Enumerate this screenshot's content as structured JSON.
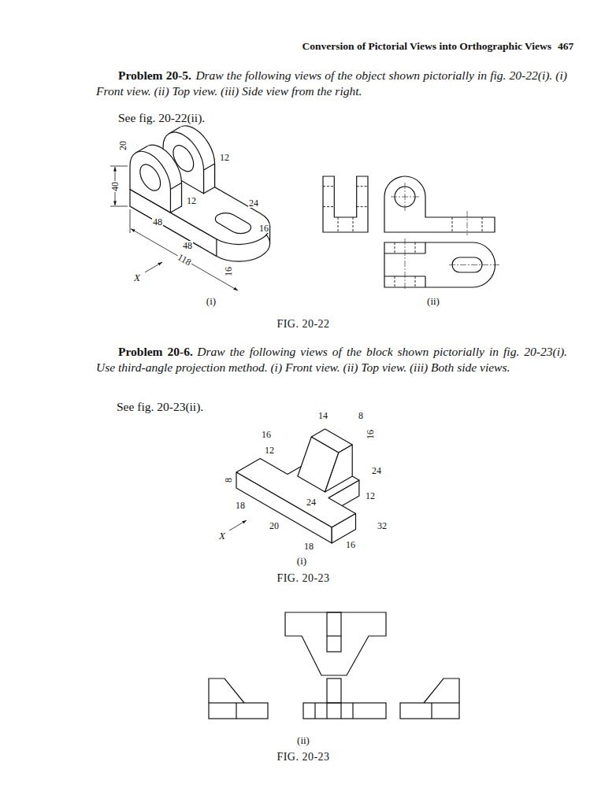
{
  "diagram": {
    "title": "Conversion of Pictorial Views into Orthographic Views",
    "labels": [
      "467",
      "Problem 20-5.",
      "Draw the following views of the object shown pictorially in fig. 20-22(i). (i) Front view. (ii) Top view. (iii) Side view from the right.",
      "See fig. 20-22(ii).",
      "40",
      "20",
      "12",
      "48",
      "12",
      "24",
      "16",
      "48",
      "118",
      "16",
      "X",
      "(i)",
      "(ii)",
      "FIG. 20-22",
      "Problem 20-6.",
      "Draw the following views of the block shown pictorially in fig. 20-23(i). Use third-angle projection method. (i) Front view. (ii) Top view. (iii) Both side views.",
      "See fig. 20-23(ii).",
      "16",
      "14",
      "8",
      "16",
      "12",
      "24",
      "24",
      "12",
      "8",
      "18",
      "20",
      "18",
      "16",
      "32",
      "X",
      "(i)",
      "FIG. 20-23",
      "(ii)",
      "FIG. 20-23"
    ]
  }
}
